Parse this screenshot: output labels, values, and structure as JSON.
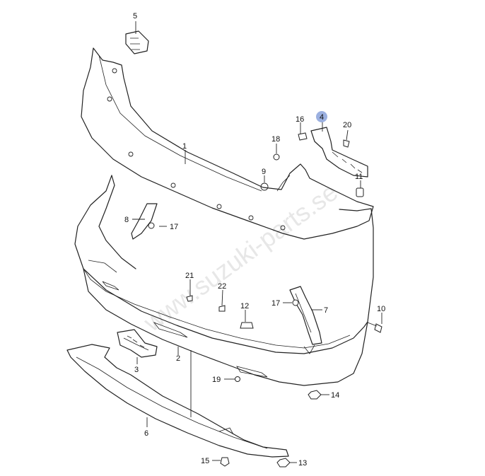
{
  "watermark": "www.suzuki-parts.se",
  "highlight_color": "#9bb0e0",
  "callouts": {
    "c1": "1",
    "c2": "2",
    "c3": "3",
    "c4": "4",
    "c5": "5",
    "c6": "6",
    "c7": "7",
    "c8": "8",
    "c9": "9",
    "c10": "10",
    "c11": "11",
    "c12": "12",
    "c13": "13",
    "c14": "14",
    "c15": "15",
    "c16": "16",
    "c17a": "17",
    "c17b": "17",
    "c18": "18",
    "c19": "19",
    "c20": "20",
    "c21": "21",
    "c22": "22"
  }
}
